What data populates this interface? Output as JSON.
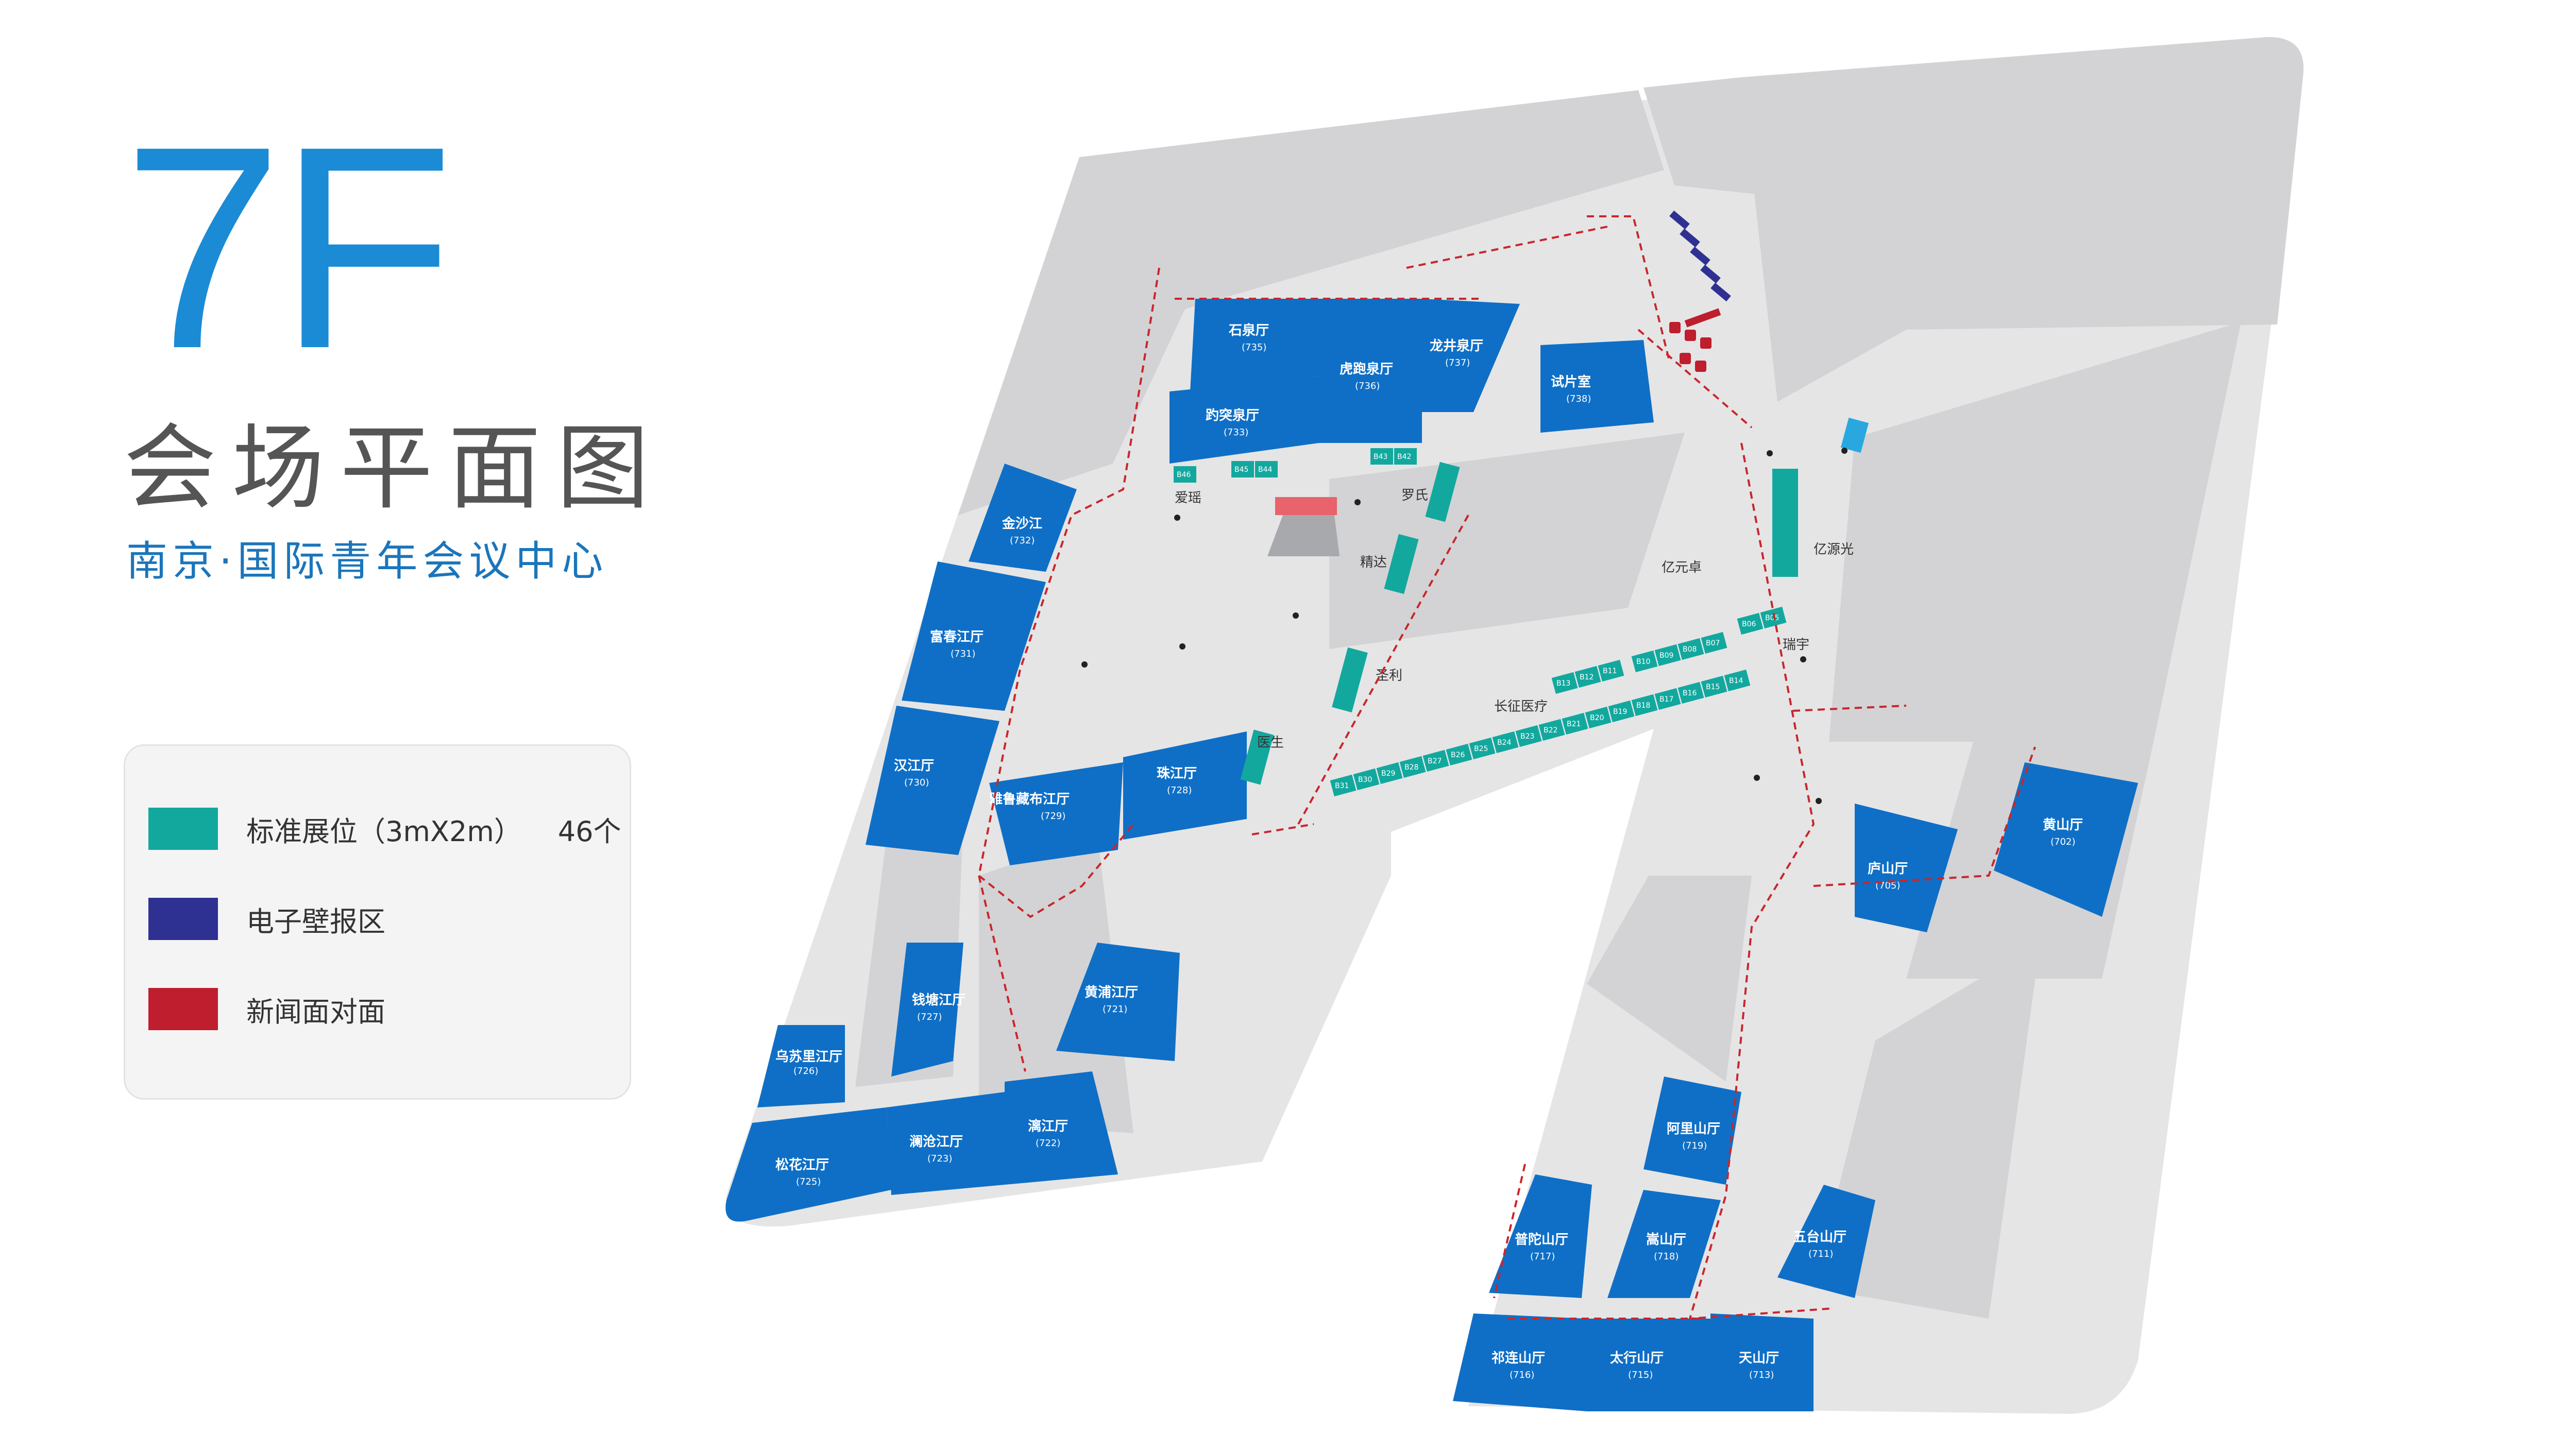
{
  "header": {
    "floor": "7F",
    "subtitle": "会场平面图",
    "venue": "南京·国际青年会议中心"
  },
  "legend": {
    "items": [
      {
        "label": "标准展位（3mX2m）",
        "count": "46个",
        "color": "#13a89e"
      },
      {
        "label": "电子壁报区",
        "count": "",
        "color": "#2e3192"
      },
      {
        "label": "新闻面对面",
        "count": "",
        "color": "#be1e2d"
      }
    ]
  },
  "colors": {
    "hall": "#0f6fc6",
    "floor": "#ebebeb",
    "block": "#d3d3d5",
    "route": "#c9262b",
    "title": "#1b8bd6"
  },
  "halls": [
    {
      "id": "h735",
      "name": "石泉厅",
      "num": "(735)"
    },
    {
      "id": "h736",
      "name": "虎跑泉厅",
      "num": "(736)"
    },
    {
      "id": "h737",
      "name": "龙井泉厅",
      "num": "(737)"
    },
    {
      "id": "h733",
      "name": "趵突泉厅",
      "num": "(733)"
    },
    {
      "id": "h738",
      "name": "试片室",
      "num": "(738)"
    },
    {
      "id": "h732",
      "name": "金沙江",
      "num": "(732)"
    },
    {
      "id": "h731",
      "name": "富春江厅",
      "num": "(731)"
    },
    {
      "id": "h730",
      "name": "汉江厅",
      "num": "(730)"
    },
    {
      "id": "h729",
      "name": "雅鲁藏布江厅",
      "num": "(729)"
    },
    {
      "id": "h728",
      "name": "珠江厅",
      "num": "(728)"
    },
    {
      "id": "h726",
      "name": "乌苏里江厅",
      "num": "(726)"
    },
    {
      "id": "h727",
      "name": "钱塘江厅",
      "num": "(727)"
    },
    {
      "id": "h721",
      "name": "黄浦江厅",
      "num": "(721)"
    },
    {
      "id": "h725",
      "name": "松花江厅",
      "num": "(725)"
    },
    {
      "id": "h723",
      "name": "澜沧江厅",
      "num": "(723)"
    },
    {
      "id": "h722",
      "name": "漓江厅",
      "num": "(722)"
    },
    {
      "id": "h705",
      "name": "庐山厅",
      "num": "(705)"
    },
    {
      "id": "h702",
      "name": "黄山厅",
      "num": "(702)"
    },
    {
      "id": "h719",
      "name": "阿里山厅",
      "num": "(719)"
    },
    {
      "id": "h717",
      "name": "普陀山厅",
      "num": "(717)"
    },
    {
      "id": "h718",
      "name": "嵩山厅",
      "num": "(718)"
    },
    {
      "id": "h711",
      "name": "五台山厅",
      "num": "(711)"
    },
    {
      "id": "h716",
      "name": "祁连山厅",
      "num": "(716)"
    },
    {
      "id": "h715",
      "name": "太行山厅",
      "num": "(715)"
    },
    {
      "id": "h713",
      "name": "天山厅",
      "num": "(713)"
    }
  ],
  "booth_labels": {
    "b46": "B46",
    "b45": "B45",
    "b44": "B44",
    "b43": "B43",
    "b42": "B42",
    "b13": "B13",
    "b12": "B12",
    "b11": "B11",
    "b10": "B10",
    "b09": "B09",
    "b08": "B08",
    "b07": "B07",
    "b06": "B06",
    "b05": "B05",
    "b14": "B14",
    "b15": "B15",
    "b16": "B16",
    "b17": "B17",
    "b18": "B18",
    "b19": "B19",
    "b20": "B20",
    "b21": "B21",
    "b22": "B22",
    "b23": "B23",
    "b24": "B24",
    "b25": "B25",
    "b26": "B26",
    "b27": "B27",
    "b28": "B28",
    "b29": "B29",
    "b30": "B30",
    "b31": "B31"
  },
  "map_labels": {
    "aiyao": "爱瑶",
    "luoshi": "罗氏",
    "yiyuanguang": "亿源光",
    "yiyuanzhuo": "亿元卓",
    "shengli": "圣利",
    "yisheng": "医生",
    "changjiang": "长征医疗",
    "ruiyu": "瑞宇",
    "jingda": "精达"
  }
}
